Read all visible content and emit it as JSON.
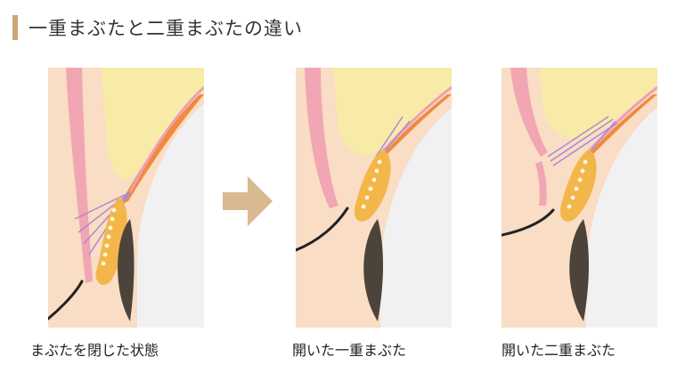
{
  "title": "一重まぶたと二重まぶたの違い",
  "colors": {
    "accent_bar": "#c9a678",
    "skin": "#f9ddc4",
    "fat": "#f8eba7",
    "muscle_pink": "#f2a5b2",
    "levator_orange": "#ef8a3f",
    "tarsus_yellow": "#f3b649",
    "ligament_purple": "#a98ad6",
    "eyeball_gray": "#f1f1f3",
    "cornea_dark": "#4c433b",
    "arrow": "#d9b98f"
  },
  "panels": [
    {
      "caption": "まぶたを閉じた状態"
    },
    {
      "caption": "開いた一重まぶた"
    },
    {
      "caption": "開いた二重まぶた"
    }
  ]
}
